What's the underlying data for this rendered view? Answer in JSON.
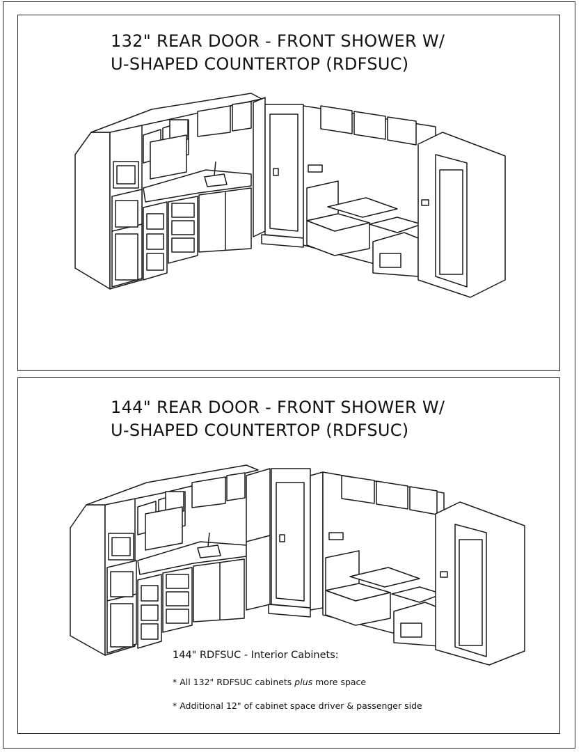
{
  "layouts": [
    {
      "title_line1": "132\" REAR DOOR - FRONT SHOWER W/",
      "title_line2": "U-SHAPED COUNTERTOP (RDFSUC)"
    },
    {
      "title_line1": "144\" REAR DOOR - FRONT SHOWER W/",
      "title_line2": "U-SHAPED COUNTERTOP (RDFSUC)"
    }
  ],
  "notes": {
    "heading": "144\" RDFSUC - Interior Cabinets:",
    "item1_prefix": "* All 132\" RDFSUC cabinets ",
    "item1_emphasis": "plus",
    "item1_suffix": " more space",
    "item2": "* Additional 12\" of cabinet space driver & passenger side"
  },
  "colors": {
    "line": "#1a1a1a",
    "background": "#ffffff"
  }
}
